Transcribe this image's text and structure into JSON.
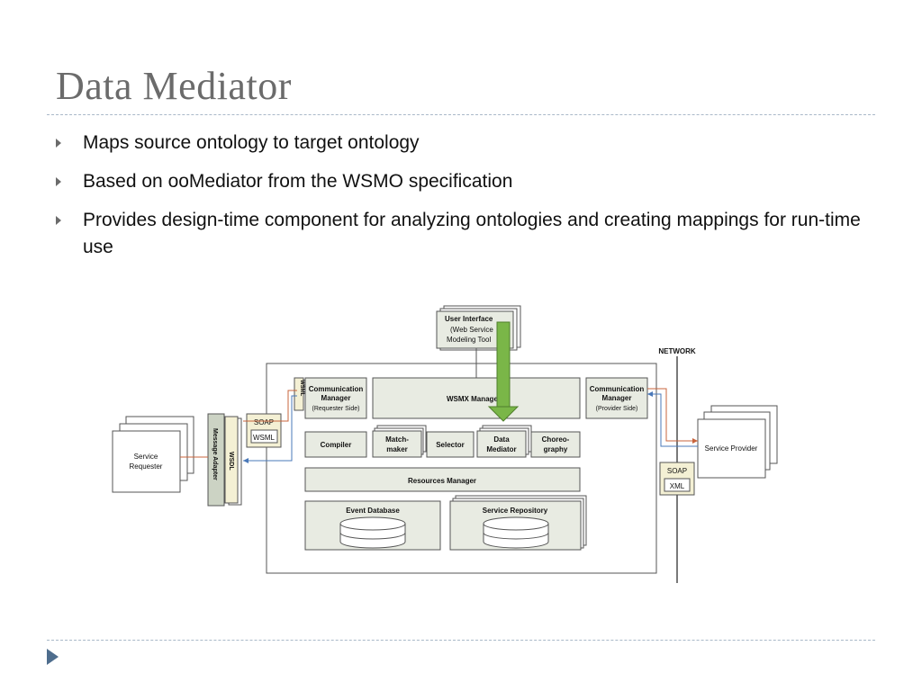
{
  "slide": {
    "title": "Data Mediator",
    "bullets": [
      "Maps source ontology to target ontology",
      "Based on ooMediator from the WSMO specification",
      "Provides design-time component for analyzing ontologies and creating mappings for run-time use"
    ]
  },
  "diagram": {
    "user_interface": [
      "User Interface",
      "(Web Service",
      "Modeling Tool"
    ],
    "network": "NETWORK",
    "comm_req": [
      "Communication",
      "Manager",
      "(Requester Side)"
    ],
    "comm_prov": [
      "Communication",
      "Manager",
      "(Provider Side)"
    ],
    "wsmx_manager": "WSMX Manager",
    "wsml_vertical": "WSML",
    "compiler": "Compiler",
    "matchmaker": [
      "Match-",
      "maker"
    ],
    "selector": "Selector",
    "data_mediator": [
      "Data",
      "Mediator"
    ],
    "choreography": [
      "Choreo-",
      "graphy"
    ],
    "resources_manager": "Resources Manager",
    "event_database": "Event Database",
    "service_repository": "Service Repository",
    "soap_left": "SOAP",
    "wsml_left": "WSML",
    "message_adapter": "Message Adapter",
    "wsdl": "WSDL",
    "service_requester": [
      "Service",
      "Requester"
    ],
    "service_provider": "Service Provider",
    "soap_right": "SOAP",
    "xml_right": "XML",
    "highlight_color": "#7ab648"
  }
}
